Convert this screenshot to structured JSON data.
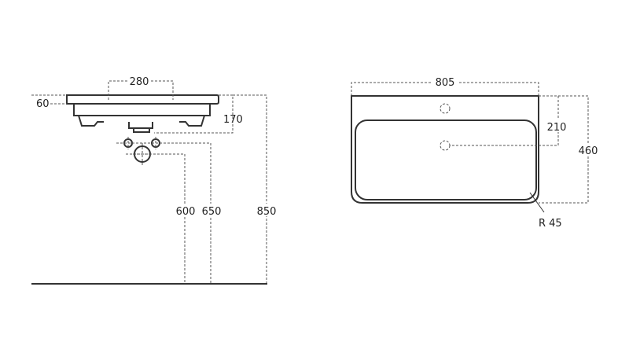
{
  "side_view": {
    "dims": {
      "tap_spacing": "280",
      "slab": "60",
      "height": "170",
      "drain1": "600",
      "drain2": "650",
      "total": "850"
    }
  },
  "top_view": {
    "dims": {
      "width": "805",
      "tap_offset": "210",
      "depth": "460",
      "radius": "R 45"
    }
  },
  "colors": {
    "line": "#333333",
    "dash": "#555555"
  }
}
